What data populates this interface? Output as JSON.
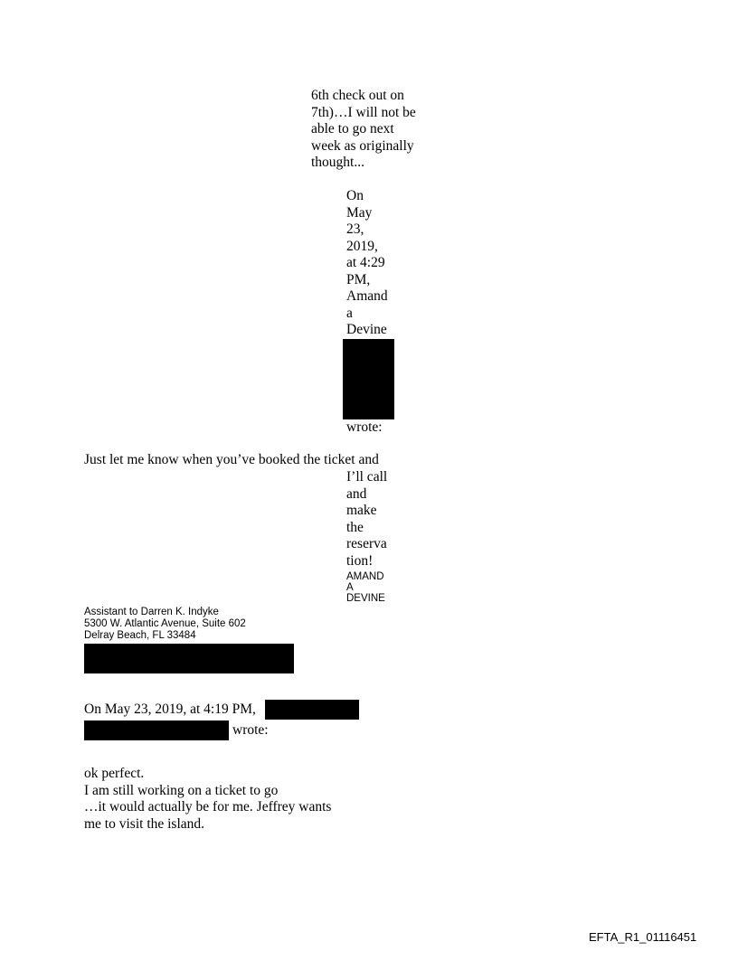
{
  "reply_top": {
    "lines": [
      "6th check out on",
      "7th)…I will not be",
      "able to go next",
      "week as originally",
      "thought..."
    ]
  },
  "quote1_header": {
    "lines": [
      "On",
      "May",
      "23,",
      "2019,",
      "at 4:29",
      "PM,",
      "Amand",
      "a",
      "Devine"
    ],
    "wrote": "wrote:"
  },
  "quote1_body": {
    "first_line": "Just let me know when you’ve booked the ticket and",
    "lines": [
      "I’ll call",
      "and",
      "make",
      "the",
      "reserva",
      "tion!"
    ]
  },
  "signature": {
    "name_lines": [
      "AMAND",
      "A",
      "DEVINE"
    ],
    "lines": [
      "Assistant to Darren K. Indyke",
      "5300 W. Atlantic Avenue, Suite 602",
      "Delray Beach, FL 33484"
    ]
  },
  "quote2_header": {
    "line1": "On May 23, 2019, at 4:19 PM,",
    "wrote": "wrote:"
  },
  "quote2_body": {
    "lines": [
      "ok perfect.",
      "I am still working on a ticket to go",
      "…it would actually be for me.  Jeffrey wants",
      "me to visit the island."
    ]
  },
  "footer": {
    "doc_id": "EFTA_R1_01116451"
  }
}
